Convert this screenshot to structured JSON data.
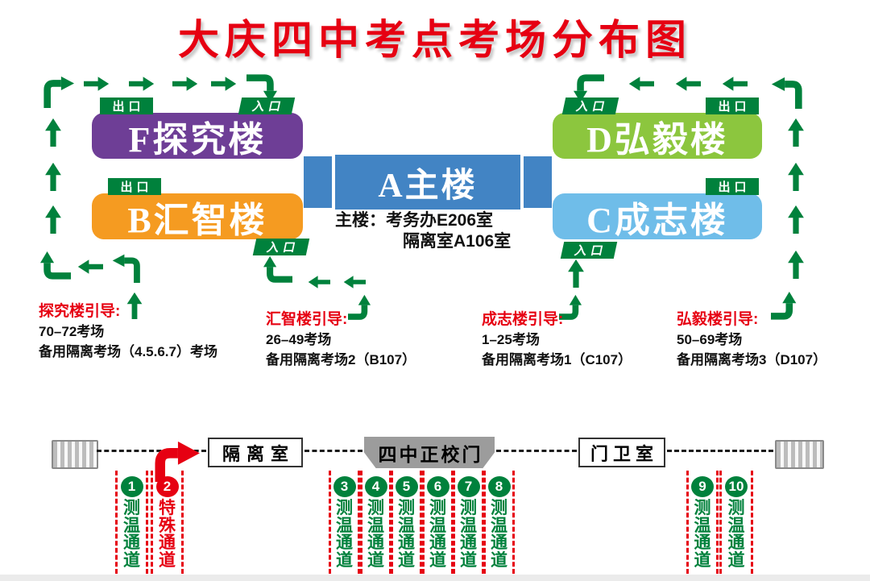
{
  "title": "大庆四中考点考场分布图",
  "gates": {
    "exit": "出口",
    "entrance": "入口"
  },
  "buildings": {
    "f": "F探究楼",
    "b": "B汇智楼",
    "a": "A主楼",
    "d": "D弘毅楼",
    "c": "C成志楼"
  },
  "main_note": {
    "line1": "主楼：考务办E206室",
    "line2": "隔离室A106室"
  },
  "guides": [
    {
      "title": "探究楼引导:",
      "rooms": "70–72考场",
      "backup": "备用隔离考场（4.5.6.7）考场"
    },
    {
      "title": "汇智楼引导:",
      "rooms": "26–49考场",
      "backup": "备用隔离考场2（B107）"
    },
    {
      "title": "成志楼引导:",
      "rooms": "1–25考场",
      "backup": "备用隔离考场1（C107）"
    },
    {
      "title": "弘毅楼引导:",
      "rooms": "50–69考场",
      "backup": "备用隔离考场3（D107）"
    }
  ],
  "road": {
    "isolation_room": "隔离室",
    "main_gate": "四中正校门",
    "guard_room": "门卫室"
  },
  "channels": [
    {
      "num": "1",
      "label": "测温通道"
    },
    {
      "num": "2",
      "label": "特殊通道"
    },
    {
      "num": "3",
      "label": "测温通道"
    },
    {
      "num": "4",
      "label": "测温通道"
    },
    {
      "num": "5",
      "label": "测温通道"
    },
    {
      "num": "6",
      "label": "测温通道"
    },
    {
      "num": "7",
      "label": "测温通道"
    },
    {
      "num": "8",
      "label": "测温通道"
    },
    {
      "num": "9",
      "label": "测温通道"
    },
    {
      "num": "10",
      "label": "测温通道"
    }
  ],
  "colors": {
    "title_red": "#e60012",
    "building_f_purple": "#6e3e96",
    "building_b_orange": "#f59b21",
    "building_a_blue": "#4284c4",
    "building_d_green": "#8cc63e",
    "building_c_lightblue": "#6fbde9",
    "route_green": "#00813c",
    "special_red": "#e60012",
    "main_gate_gray": "#9c9c9c"
  }
}
